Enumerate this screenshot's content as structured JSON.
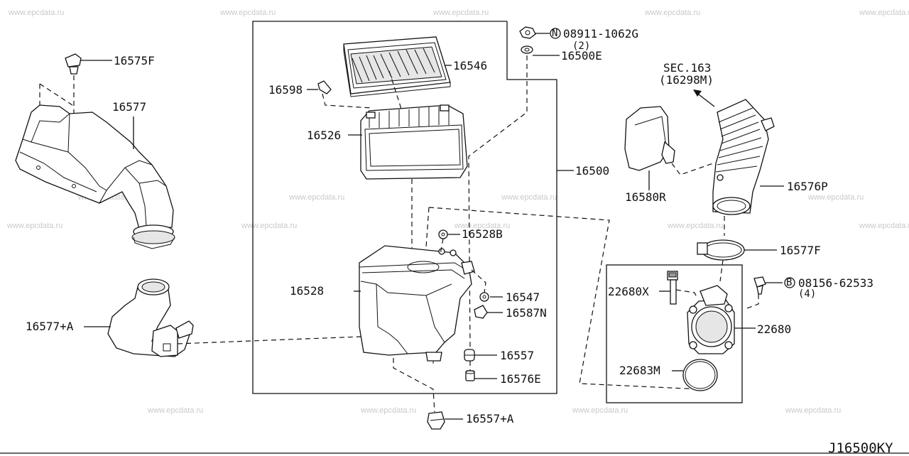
{
  "watermark_text": "www.epcdata.ru",
  "diagram_ref": "J16500KY",
  "parts": {
    "p16575F": "16575F",
    "p16577": "16577",
    "p16577A": "16577+A",
    "p16598": "16598",
    "p16546": "16546",
    "p16526": "16526",
    "p16500": "16500",
    "p16528B": "16528B",
    "p16528": "16528",
    "p16547": "16547",
    "p16587N": "16587N",
    "p16557": "16557",
    "p16576E": "16576E",
    "p16557A": "16557+A",
    "p08911": "08911-1062G",
    "p08911_qty": "(2)",
    "p16500E": "16500E",
    "sec163": "SEC.163",
    "sec163_sub": "(16298M)",
    "p16580R": "16580R",
    "p16576P": "16576P",
    "p16577F": "16577F",
    "p22680X": "22680X",
    "p08156": "08156-62533",
    "p08156_qty": "(4)",
    "p22680": "22680",
    "p22683M": "22683M"
  },
  "symbols": {
    "nut_symbol": "N",
    "bolt_symbol": "B"
  }
}
